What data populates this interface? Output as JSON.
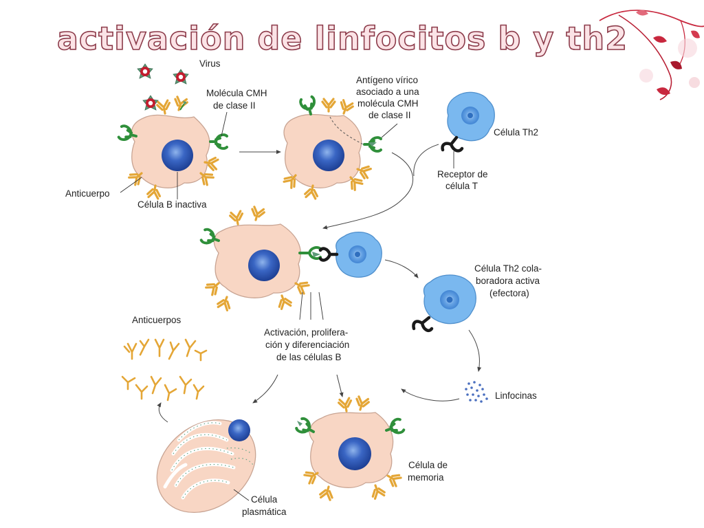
{
  "title": "activación de linfocitos b y th2",
  "labels": {
    "virus": "Virus",
    "mhc_class_ii": [
      "Molécula CMH",
      "de clase II"
    ],
    "viral_antigen": [
      "Antígeno vírico",
      "asociado a una",
      "molécula CMH",
      "de clase II"
    ],
    "th2_cell": "Célula Th2",
    "t_cell_receptor": [
      "Receptor de",
      "célula T"
    ],
    "antibody": "Anticuerpo",
    "inactive_b_cell": "Célula B inactiva",
    "active_th2": [
      "Célula Th2 cola-",
      "boradora activa",
      "(efectora)"
    ],
    "antibodies": "Anticuerpos",
    "activation": [
      "Activación, prolifera-",
      "ción y diferenciación",
      "de las células B"
    ],
    "lymphokines": "Linfocinas",
    "memory_cell": [
      "Célula de",
      "memoria"
    ],
    "plasma_cell": [
      "Célula",
      "plasmática"
    ]
  },
  "colors": {
    "b_cell": "#f8d6c4",
    "nucleus": "#2b57b8",
    "th2_cell": "#7ab8ef",
    "antibody": "#e4a636",
    "mhc": "#2f8f3a",
    "t_receptor": "#1a1a1a",
    "virus": "#c21d2e",
    "title_outline": "#8c3b4a",
    "title_fill": "#fbe3e6"
  }
}
